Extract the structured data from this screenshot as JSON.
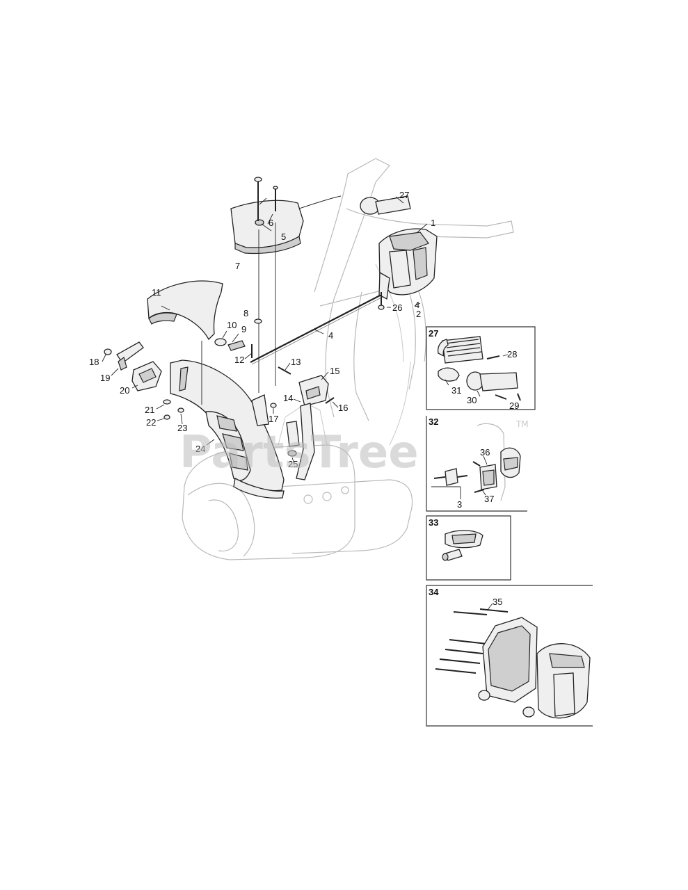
{
  "watermark": {
    "text": "PartsTree",
    "trademark": "TM"
  },
  "callouts": [
    "1",
    "2",
    "3",
    "4",
    "5",
    "6",
    "7",
    "8",
    "9",
    "10",
    "11",
    "12",
    "13",
    "14",
    "15",
    "16",
    "17",
    "18",
    "19",
    "20",
    "21",
    "22",
    "23",
    "24",
    "25",
    "26",
    "27",
    "28",
    "29",
    "30",
    "31",
    "32",
    "33",
    "34",
    "35",
    "36",
    "37"
  ],
  "callout_4_second": "4",
  "insets": [
    {
      "id": "27",
      "parts": [
        "28",
        "29",
        "30",
        "31"
      ]
    },
    {
      "id": "32",
      "parts": [
        "36",
        "3",
        "37"
      ]
    },
    {
      "id": "33",
      "parts": []
    },
    {
      "id": "34",
      "parts": [
        "35"
      ]
    }
  ]
}
